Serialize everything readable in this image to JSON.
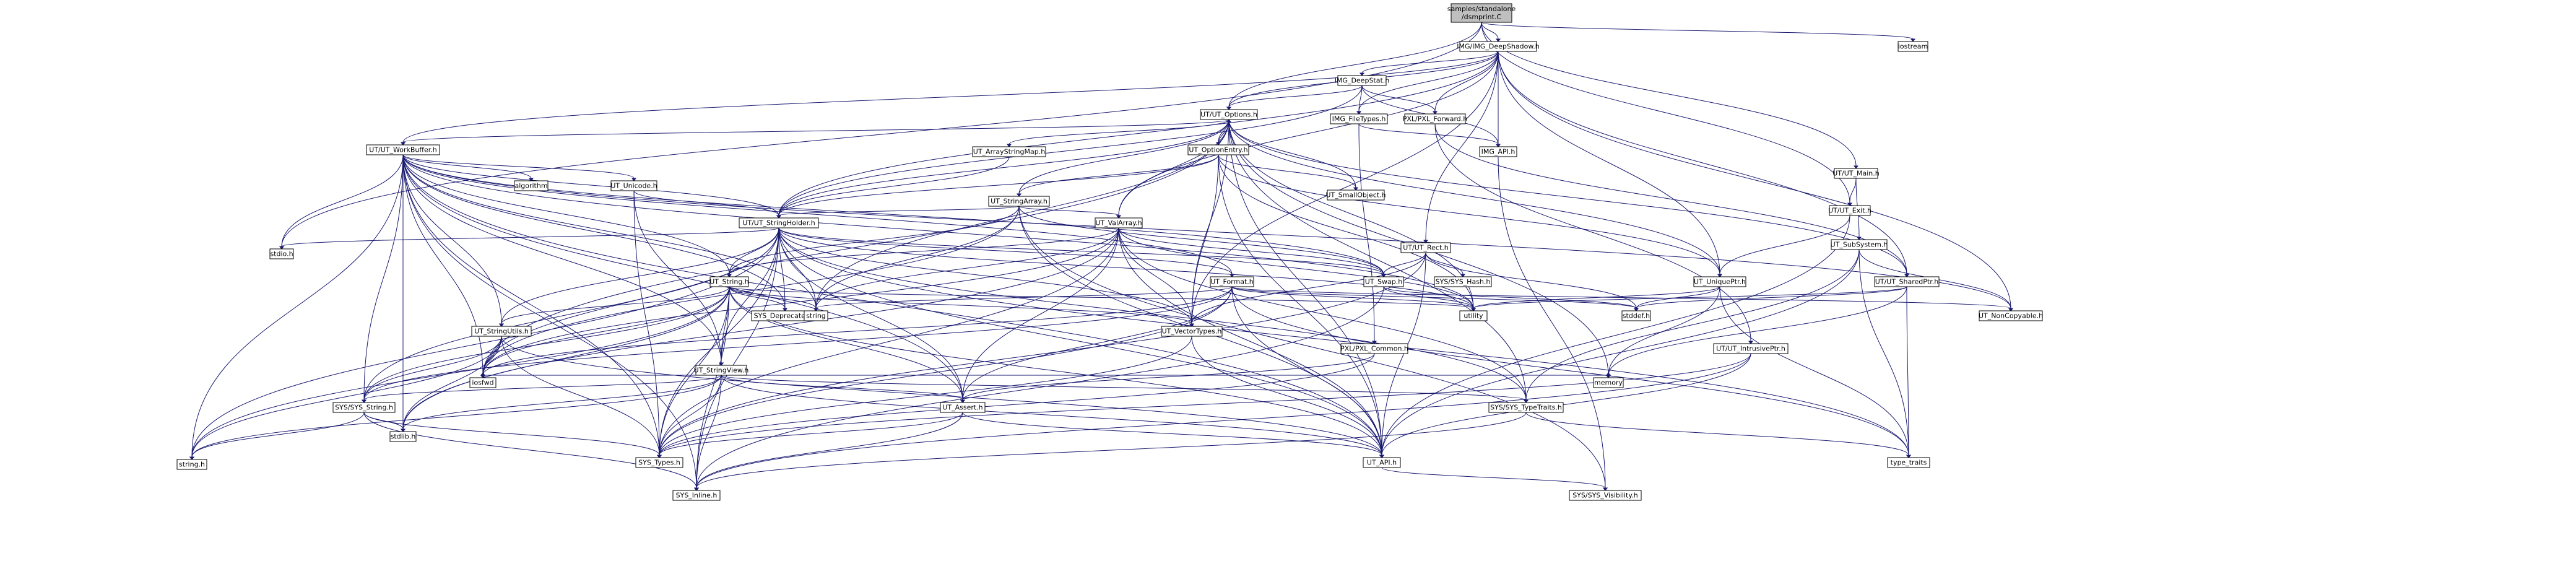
{
  "graph": {
    "nodes": [
      {
        "id": "root",
        "label": "samples/standalone\n/dsmprint.C",
        "style": "root"
      },
      {
        "id": "img_deep",
        "label": "IMG/IMG_DeepShadow.h",
        "style": "plain"
      },
      {
        "id": "stdio",
        "label": "stdio.h",
        "style": "plain"
      },
      {
        "id": "ut_main",
        "label": "UT/UT_Main.h",
        "style": "plain"
      },
      {
        "id": "ut_exit",
        "label": "UT/UT_Exit.h",
        "style": "plain"
      },
      {
        "id": "iostream",
        "label": "iostream",
        "style": "plain"
      },
      {
        "id": "img_deepstat",
        "label": "IMG_DeepStat.h",
        "style": "plain"
      },
      {
        "id": "ut_options",
        "label": "UT/UT_Options.h",
        "style": "plain"
      },
      {
        "id": "img_filetypes",
        "label": "IMG_FileTypes.h",
        "style": "plain"
      },
      {
        "id": "pxl_forward",
        "label": "PXL/PXL_Forward.h",
        "style": "plain"
      },
      {
        "id": "img_api",
        "label": "IMG_API.h",
        "style": "plain"
      },
      {
        "id": "ut_workbuffer",
        "label": "UT/UT_WorkBuffer.h",
        "style": "plain"
      },
      {
        "id": "ut_arraystringmap",
        "label": "UT_ArrayStringMap.h",
        "style": "red"
      },
      {
        "id": "ut_optionentry",
        "label": "UT_OptionEntry.h",
        "style": "red"
      },
      {
        "id": "ut_smallobject",
        "label": "UT_SmallObject.h",
        "style": "red"
      },
      {
        "id": "ut_subsystem",
        "label": "UT_SubSystem.h",
        "style": "red"
      },
      {
        "id": "ut_rect",
        "label": "UT/UT_Rect.h",
        "style": "plain"
      },
      {
        "id": "algorithm",
        "label": "algorithm",
        "style": "plain"
      },
      {
        "id": "ut_unicode",
        "label": "UT_Unicode.h",
        "style": "red"
      },
      {
        "id": "ut_stringarray",
        "label": "UT_StringArray.h",
        "style": "red"
      },
      {
        "id": "ut_stringholder",
        "label": "UT/UT_StringHolder.h",
        "style": "red"
      },
      {
        "id": "ut_valarray",
        "label": "UT_ValArray.h",
        "style": "red"
      },
      {
        "id": "ut_swap",
        "label": "UT_Swap.h",
        "style": "plain"
      },
      {
        "id": "sys_hash",
        "label": "SYS/SYS_Hash.h",
        "style": "red"
      },
      {
        "id": "ut_uniqueptr",
        "label": "UT_UniquePtr.h",
        "style": "plain"
      },
      {
        "id": "ut_sharedptr",
        "label": "UT/UT_SharedPtr.h",
        "style": "plain"
      },
      {
        "id": "ut_string",
        "label": "UT_String.h",
        "style": "red"
      },
      {
        "id": "ut_format",
        "label": "UT_Format.h",
        "style": "red"
      },
      {
        "id": "sys_deprecated",
        "label": "SYS_Deprecated.h",
        "style": "red"
      },
      {
        "id": "string",
        "label": "string",
        "style": "plain"
      },
      {
        "id": "utility",
        "label": "utility",
        "style": "plain"
      },
      {
        "id": "stddef",
        "label": "stddef.h",
        "style": "plain"
      },
      {
        "id": "ut_noncopyable",
        "label": "UT_NonCopyable.h",
        "style": "plain"
      },
      {
        "id": "ut_stringutils",
        "label": "UT_StringUtils.h",
        "style": "red"
      },
      {
        "id": "ut_vectortypes",
        "label": "UT_VectorTypes.h",
        "style": "red"
      },
      {
        "id": "pxl_common",
        "label": "PXL/PXL_Common.h",
        "style": "red"
      },
      {
        "id": "ut_intrusiveptr",
        "label": "UT/UT_IntrusivePtr.h",
        "style": "red"
      },
      {
        "id": "ut_stringview",
        "label": "UT_StringView.h",
        "style": "red"
      },
      {
        "id": "iosfwd",
        "label": "iosfwd",
        "style": "plain"
      },
      {
        "id": "memory",
        "label": "memory",
        "style": "plain"
      },
      {
        "id": "sys_string",
        "label": "SYS/SYS_String.h",
        "style": "red"
      },
      {
        "id": "ut_assert",
        "label": "UT_Assert.h",
        "style": "red"
      },
      {
        "id": "sys_typetraits",
        "label": "SYS/SYS_TypeTraits.h",
        "style": "red"
      },
      {
        "id": "stdlib",
        "label": "stdlib.h",
        "style": "plain"
      },
      {
        "id": "string_h",
        "label": "string.h",
        "style": "plain"
      },
      {
        "id": "sys_types",
        "label": "SYS_Types.h",
        "style": "red"
      },
      {
        "id": "ut_api",
        "label": "UT_API.h",
        "style": "plain"
      },
      {
        "id": "type_traits",
        "label": "type_traits",
        "style": "plain"
      },
      {
        "id": "sys_inline",
        "label": "SYS_Inline.h",
        "style": "red"
      },
      {
        "id": "sys_visibility",
        "label": "SYS/SYS_Visibility.h",
        "style": "red"
      }
    ],
    "edges": [
      [
        "root",
        "img_deep"
      ],
      [
        "root",
        "stdio"
      ],
      [
        "root",
        "ut_main"
      ],
      [
        "root",
        "ut_exit"
      ],
      [
        "root",
        "iostream"
      ],
      [
        "root",
        "ut_options"
      ],
      [
        "img_deep",
        "img_deepstat"
      ],
      [
        "img_deep",
        "ut_options"
      ],
      [
        "img_deep",
        "img_filetypes"
      ],
      [
        "img_deep",
        "pxl_forward"
      ],
      [
        "img_deep",
        "img_api"
      ],
      [
        "img_deep",
        "ut_workbuffer"
      ],
      [
        "img_deep",
        "ut_stringholder"
      ],
      [
        "img_deep",
        "ut_valarray"
      ],
      [
        "img_deep",
        "ut_rect"
      ],
      [
        "img_deep",
        "ut_uniqueptr"
      ],
      [
        "img_deep",
        "ut_sharedptr"
      ],
      [
        "img_deep",
        "ut_noncopyable"
      ],
      [
        "img_deep",
        "ut_vectortypes"
      ],
      [
        "img_deepstat",
        "ut_options"
      ],
      [
        "img_deepstat",
        "img_filetypes"
      ],
      [
        "img_deepstat",
        "pxl_forward"
      ],
      [
        "img_deepstat",
        "img_api"
      ],
      [
        "img_deepstat",
        "ut_stringholder"
      ],
      [
        "img_filetypes",
        "img_api"
      ],
      [
        "img_filetypes",
        "pxl_common"
      ],
      [
        "pxl_forward",
        "ut_intrusiveptr"
      ],
      [
        "pxl_forward",
        "ut_sharedptr"
      ],
      [
        "img_api",
        "sys_visibility"
      ],
      [
        "ut_main",
        "ut_exit"
      ],
      [
        "ut_main",
        "ut_subsystem"
      ],
      [
        "ut_exit",
        "ut_api"
      ],
      [
        "ut_exit",
        "ut_uniqueptr"
      ],
      [
        "ut_subsystem",
        "ut_api"
      ],
      [
        "ut_subsystem",
        "ut_noncopyable"
      ],
      [
        "ut_subsystem",
        "sys_typetraits"
      ],
      [
        "ut_subsystem",
        "type_traits"
      ],
      [
        "ut_options",
        "ut_arraystringmap"
      ],
      [
        "ut_options",
        "ut_optionentry"
      ],
      [
        "ut_options",
        "ut_smallobject"
      ],
      [
        "ut_options",
        "ut_stringarray"
      ],
      [
        "ut_options",
        "ut_stringholder"
      ],
      [
        "ut_options",
        "ut_uniqueptr"
      ],
      [
        "ut_options",
        "ut_valarray"
      ],
      [
        "ut_options",
        "ut_vectortypes"
      ],
      [
        "ut_options",
        "ut_api"
      ],
      [
        "ut_options",
        "sys_typetraits"
      ],
      [
        "ut_options",
        "iosfwd"
      ],
      [
        "ut_options",
        "memory"
      ],
      [
        "ut_options",
        "string"
      ],
      [
        "ut_options",
        "utility"
      ],
      [
        "ut_options",
        "ut_workbuffer"
      ],
      [
        "ut_options",
        "ut_sharedptr"
      ],
      [
        "ut_optionentry",
        "ut_options"
      ],
      [
        "ut_optionentry",
        "ut_stringarray"
      ],
      [
        "ut_optionentry",
        "ut_stringholder"
      ],
      [
        "ut_optionentry",
        "ut_smallobject"
      ],
      [
        "ut_optionentry",
        "ut_uniqueptr"
      ],
      [
        "ut_optionentry",
        "ut_vectortypes"
      ],
      [
        "ut_optionentry",
        "ut_api"
      ],
      [
        "ut_optionentry",
        "utility"
      ],
      [
        "ut_arraystringmap",
        "ut_stringholder"
      ],
      [
        "ut_stringarray",
        "ut_stringholder"
      ],
      [
        "ut_stringarray",
        "ut_valarray"
      ],
      [
        "ut_stringarray",
        "ut_swap"
      ],
      [
        "ut_stringarray",
        "ut_api"
      ],
      [
        "ut_stringarray",
        "string"
      ],
      [
        "ut_stringarray",
        "iosfwd"
      ],
      [
        "ut_stringarray",
        "ut_string"
      ],
      [
        "ut_stringarray",
        "sys_visibility"
      ],
      [
        "ut_workbuffer",
        "algorithm"
      ],
      [
        "ut_workbuffer",
        "ut_unicode"
      ],
      [
        "ut_workbuffer",
        "ut_stringholder"
      ],
      [
        "ut_workbuffer",
        "ut_string"
      ],
      [
        "ut_workbuffer",
        "ut_format"
      ],
      [
        "ut_workbuffer",
        "ut_swap"
      ],
      [
        "ut_workbuffer",
        "stdio"
      ],
      [
        "ut_workbuffer",
        "string"
      ],
      [
        "ut_workbuffer",
        "utility"
      ],
      [
        "ut_workbuffer",
        "ut_stringutils"
      ],
      [
        "ut_workbuffer",
        "ut_stringview"
      ],
      [
        "ut_workbuffer",
        "sys_string"
      ],
      [
        "ut_workbuffer",
        "ut_assert"
      ],
      [
        "ut_workbuffer",
        "iosfwd"
      ],
      [
        "ut_workbuffer",
        "stdlib"
      ],
      [
        "ut_workbuffer",
        "string_h"
      ],
      [
        "ut_workbuffer",
        "sys_types"
      ],
      [
        "ut_workbuffer",
        "ut_api"
      ],
      [
        "ut_workbuffer",
        "sys_inline"
      ],
      [
        "ut_workbuffer",
        "sys_deprecated"
      ],
      [
        "ut_workbuffer",
        "ut_noncopyable"
      ],
      [
        "ut_unicode",
        "ut_stringholder"
      ],
      [
        "ut_unicode",
        "sys_types"
      ],
      [
        "ut_unicode",
        "ut_stringview"
      ],
      [
        "ut_stringholder",
        "ut_string"
      ],
      [
        "ut_stringholder",
        "ut_swap"
      ],
      [
        "ut_stringholder",
        "ut_format"
      ],
      [
        "ut_stringholder",
        "ut_stringutils"
      ],
      [
        "ut_stringholder",
        "ut_api"
      ],
      [
        "ut_stringholder",
        "sys_types"
      ],
      [
        "ut_stringholder",
        "sys_inline"
      ],
      [
        "ut_stringholder",
        "sys_string"
      ],
      [
        "ut_stringholder",
        "stdio"
      ],
      [
        "ut_stringholder",
        "string"
      ],
      [
        "ut_stringholder",
        "utility"
      ],
      [
        "ut_stringholder",
        "iosfwd"
      ],
      [
        "ut_stringholder",
        "ut_assert"
      ],
      [
        "ut_stringholder",
        "ut_vectortypes"
      ],
      [
        "ut_stringholder",
        "sys_deprecated"
      ],
      [
        "ut_stringholder",
        "ut_stringview"
      ],
      [
        "ut_stringholder",
        "sys_typetraits"
      ],
      [
        "ut_stringholder",
        "string_h"
      ],
      [
        "ut_stringholder",
        "type_traits"
      ],
      [
        "ut_valarray",
        "ut_string"
      ],
      [
        "ut_valarray",
        "ut_swap"
      ],
      [
        "ut_valarray",
        "ut_api"
      ],
      [
        "ut_valarray",
        "sys_types"
      ],
      [
        "ut_valarray",
        "ut_assert"
      ],
      [
        "ut_valarray",
        "ut_vectortypes"
      ],
      [
        "ut_valarray",
        "sys_typetraits"
      ],
      [
        "ut_valarray",
        "string"
      ],
      [
        "ut_valarray",
        "utility"
      ],
      [
        "ut_valarray",
        "stdlib"
      ],
      [
        "ut_valarray",
        "iosfwd"
      ],
      [
        "ut_rect",
        "ut_swap"
      ],
      [
        "ut_rect",
        "sys_hash"
      ],
      [
        "ut_rect",
        "ut_vectortypes"
      ],
      [
        "ut_rect",
        "ut_api"
      ],
      [
        "ut_rect",
        "sys_types"
      ],
      [
        "ut_rect",
        "stddef"
      ],
      [
        "ut_swap",
        "utility"
      ],
      [
        "ut_swap",
        "sys_inline"
      ],
      [
        "ut_swap",
        "stddef"
      ],
      [
        "ut_uniqueptr",
        "memory"
      ],
      [
        "ut_uniqueptr",
        "type_traits"
      ],
      [
        "ut_uniqueptr",
        "stddef"
      ],
      [
        "ut_uniqueptr",
        "utility"
      ],
      [
        "ut_sharedptr",
        "memory"
      ],
      [
        "ut_sharedptr",
        "stddef"
      ],
      [
        "ut_sharedptr",
        "utility"
      ],
      [
        "ut_sharedptr",
        "type_traits"
      ],
      [
        "ut_string",
        "ut_assert"
      ],
      [
        "ut_string",
        "ut_api"
      ],
      [
        "ut_string",
        "ut_vectortypes"
      ],
      [
        "ut_string",
        "ut_stringutils"
      ],
      [
        "ut_string",
        "ut_stringview"
      ],
      [
        "ut_string",
        "sys_string"
      ],
      [
        "ut_string",
        "sys_types"
      ],
      [
        "ut_string",
        "sys_inline"
      ],
      [
        "ut_string",
        "sys_deprecated"
      ],
      [
        "ut_string",
        "string"
      ],
      [
        "ut_string",
        "string_h"
      ],
      [
        "ut_string",
        "iosfwd"
      ],
      [
        "ut_string",
        "stdlib"
      ],
      [
        "ut_string",
        "utility"
      ],
      [
        "ut_format",
        "ut_api"
      ],
      [
        "ut_format",
        "ut_assert"
      ],
      [
        "ut_format",
        "ut_noncopyable"
      ],
      [
        "ut_format",
        "sys_types"
      ],
      [
        "ut_format",
        "type_traits"
      ],
      [
        "ut_format",
        "string"
      ],
      [
        "ut_format",
        "iosfwd"
      ],
      [
        "ut_format",
        "utility"
      ],
      [
        "ut_format",
        "stddef"
      ],
      [
        "ut_format",
        "sys_string"
      ],
      [
        "ut_stringutils",
        "ut_api"
      ],
      [
        "ut_stringutils",
        "sys_string"
      ],
      [
        "ut_stringutils",
        "sys_types"
      ],
      [
        "ut_stringutils",
        "string_h"
      ],
      [
        "ut_stringutils",
        "iosfwd"
      ],
      [
        "ut_stringutils",
        "stdlib"
      ],
      [
        "ut_vectortypes",
        "sys_types"
      ],
      [
        "ut_vectortypes",
        "ut_api"
      ],
      [
        "pxl_common",
        "ut_assert"
      ],
      [
        "pxl_common",
        "sys_types"
      ],
      [
        "ut_intrusiveptr",
        "sys_inline"
      ],
      [
        "ut_intrusiveptr",
        "sys_types"
      ],
      [
        "ut_intrusiveptr",
        "ut_api"
      ],
      [
        "ut_stringview",
        "ut_api"
      ],
      [
        "ut_stringview",
        "ut_assert"
      ],
      [
        "ut_stringview",
        "sys_string"
      ],
      [
        "ut_stringview",
        "sys_types"
      ],
      [
        "ut_stringview",
        "sys_inline"
      ],
      [
        "ut_stringview",
        "sys_typetraits"
      ],
      [
        "ut_stringview",
        "memory"
      ],
      [
        "ut_stringview",
        "iosfwd"
      ],
      [
        "ut_stringview",
        "string_h"
      ],
      [
        "ut_stringview",
        "stdlib"
      ],
      [
        "sys_string",
        "sys_types"
      ],
      [
        "sys_string",
        "sys_inline"
      ],
      [
        "sys_string",
        "string_h"
      ],
      [
        "sys_string",
        "stdlib"
      ],
      [
        "ut_assert",
        "ut_api"
      ],
      [
        "ut_assert",
        "sys_types"
      ],
      [
        "ut_assert",
        "sys_inline"
      ],
      [
        "sys_typetraits",
        "sys_inline"
      ],
      [
        "sys_typetraits",
        "type_traits"
      ],
      [
        "ut_api",
        "sys_visibility"
      ]
    ]
  },
  "colors": {
    "root_fill": "#bfbfbf",
    "node_fill": "#ffffff",
    "node_border": "#000000",
    "red_border": "#ff0000",
    "edge": "#191970"
  }
}
